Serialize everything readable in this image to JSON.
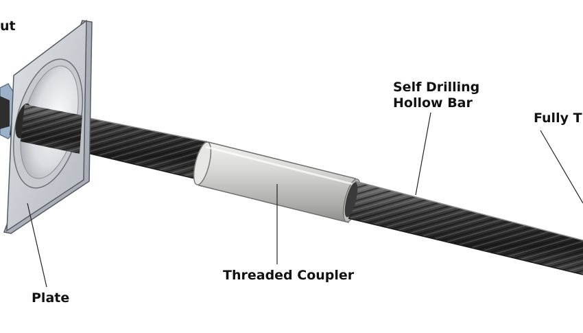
{
  "labels": {
    "nut": "ut",
    "plate": "Plate",
    "coupler": "Threaded Coupler",
    "hollow_bar_line1": "Self Drilling",
    "hollow_bar_line2": "Hollow Bar",
    "fully_threaded": "Fully Th"
  },
  "colors": {
    "bar_dark": "#2a2a2a",
    "bar_mid": "#4a4a4a",
    "bar_light": "#8a8a8a",
    "plate_face": "#c8ccd2",
    "plate_edge": "#8e949c",
    "coupler_mid": "#c9c9c7",
    "leader": "#222222"
  },
  "icons": [
    "hex-nut-icon",
    "bearing-plate-icon",
    "threaded-bar-icon",
    "coupler-icon"
  ]
}
